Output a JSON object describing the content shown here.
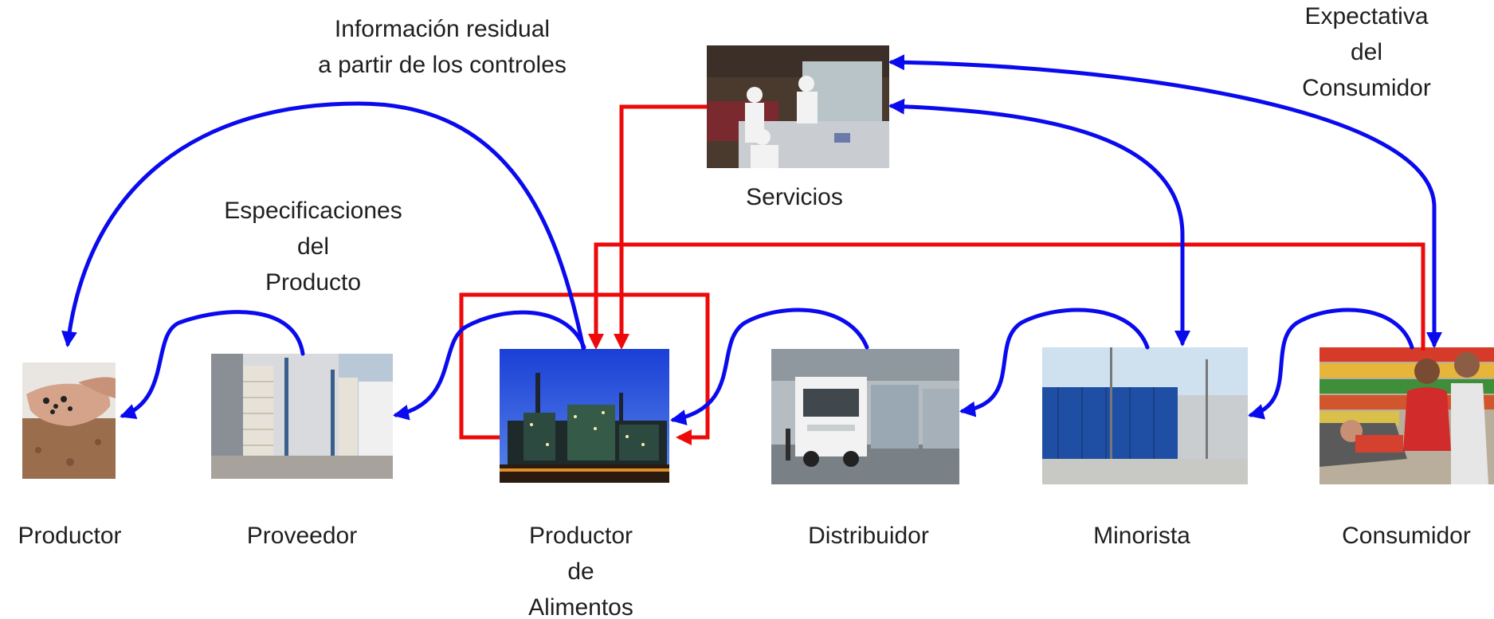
{
  "colors": {
    "blue_flow": "#0a0aee",
    "red_flow": "#ee0a0a"
  },
  "annotations": {
    "residual": [
      "Información residual",
      "a partir de los controles"
    ],
    "specs": [
      "Especificaciones",
      "del",
      "Producto"
    ],
    "expectation": [
      "Expectativa",
      "del",
      "Consumidor"
    ]
  },
  "nodes": {
    "productor": {
      "label": [
        "Productor"
      ],
      "photo": "hand-with-seeds"
    },
    "proveedor": {
      "label": [
        "Proveedor"
      ],
      "photo": "warehouse-with-sacks"
    },
    "productor_alimentos": {
      "label": [
        "Productor",
        "de",
        "Alimentos"
      ],
      "photo": "industrial-plant-at-night"
    },
    "distribuidor": {
      "label": [
        "Distribuidor"
      ],
      "photo": "truck-in-loading-bay"
    },
    "minorista": {
      "label": [
        "Minorista"
      ],
      "photo": "blue-retail-building"
    },
    "consumidor": {
      "label": [
        "Consumidor"
      ],
      "photo": "family-shopping-supermarket"
    },
    "servicios": {
      "label": [
        "Servicios"
      ],
      "photo": "food-processing-workers"
    }
  }
}
